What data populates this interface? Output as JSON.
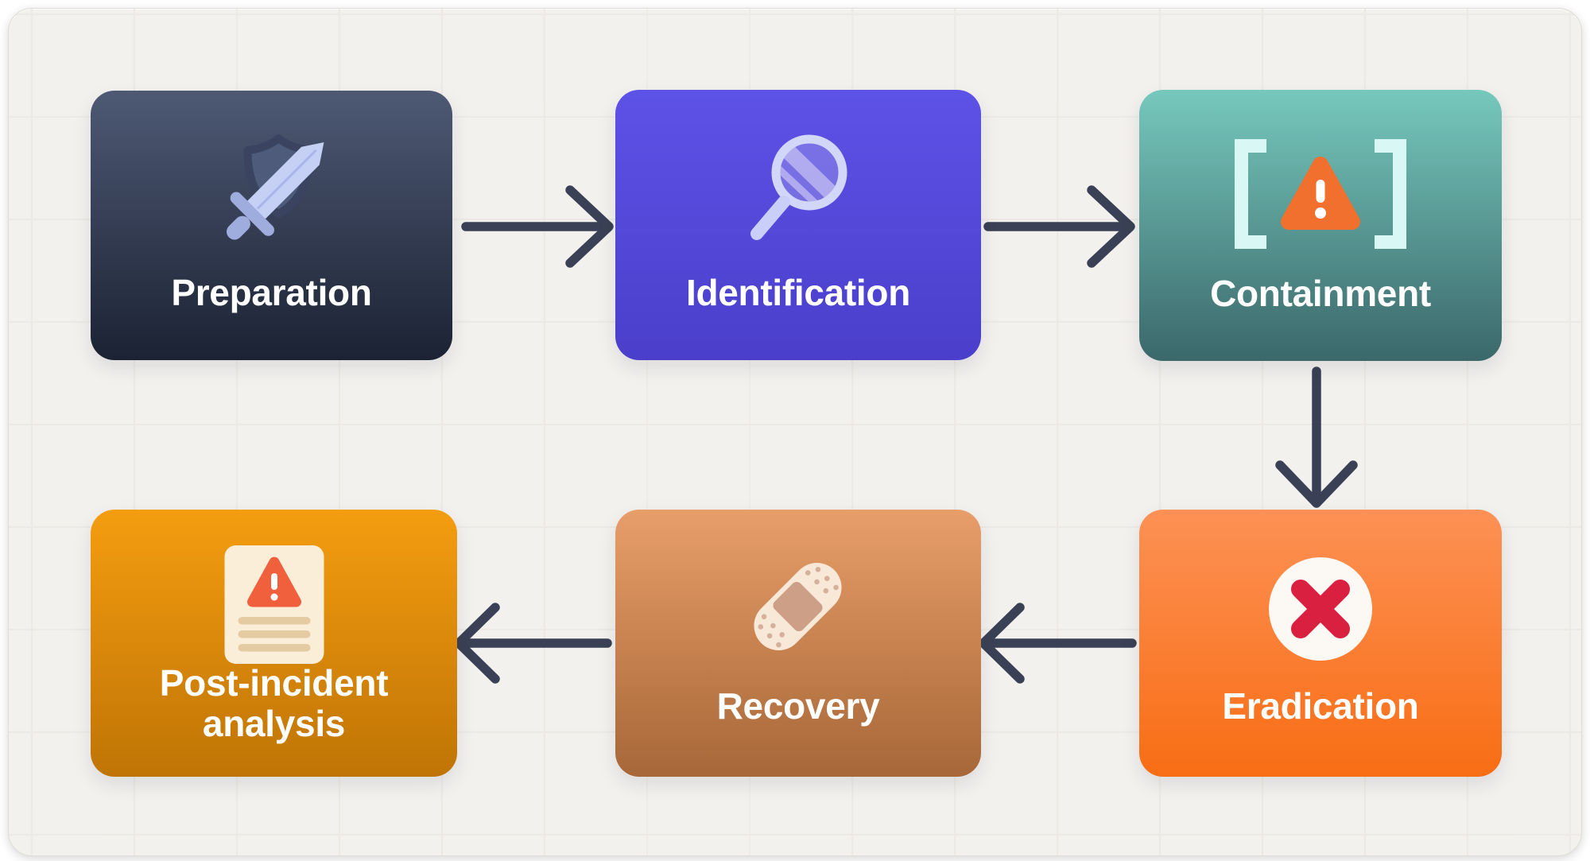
{
  "colors": {
    "canvas_bg": "#f2f1ee",
    "grid_line": "#ebe8e4",
    "frame_border": "#dedcd8",
    "arrow": "#3a4156",
    "label_text": "#ffffff",
    "warning_orange": "#f1702d",
    "x_red": "#d92040",
    "x_circle_bg": "#fcf8f3",
    "bracket_cyan": "#d9f7f5",
    "sword_periwinkle": "#c6cff4",
    "sword_hilt": "#9fadde",
    "shield_fill": "#4f5b7b",
    "shield_outline": "#3a4460",
    "lens_lavender": "#d2d6f9",
    "lens_handle": "#c9cff8",
    "bandage_cream": "#f8e8d8",
    "bandage_pad": "#cd9f87",
    "bandage_dot": "#d6b09a",
    "doc_cream": "#fbeed8",
    "doc_triangle_red": "#f1603c",
    "doc_line_tan": "#e5cba2"
  },
  "nodes": [
    {
      "id": "preparation",
      "label": "Preparation",
      "icon": "shield-sword-icon",
      "gradient": {
        "from": "#4e5974",
        "to": "#1b2233"
      }
    },
    {
      "id": "identification",
      "label": "Identification",
      "icon": "magnifier-icon",
      "gradient": {
        "from": "#5d52e6",
        "to": "#4a3ecb"
      }
    },
    {
      "id": "containment",
      "label": "Containment",
      "icon": "bracket-warning-icon",
      "gradient": {
        "from": "#76c8bd",
        "to": "#3b686a"
      }
    },
    {
      "id": "eradication",
      "label": "Eradication",
      "icon": "x-circle-icon",
      "gradient": {
        "from": "#fd9155",
        "to": "#f86d14"
      }
    },
    {
      "id": "recovery",
      "label": "Recovery",
      "icon": "bandage-icon",
      "gradient": {
        "from": "#e89e69",
        "to": "#a76738"
      }
    },
    {
      "id": "post_incident",
      "label": "Post-incident analysis",
      "icon": "report-warning-icon",
      "gradient": {
        "from": "#f49d10",
        "to": "#bf7405"
      }
    }
  ],
  "arrows": [
    {
      "from": "Preparation",
      "to": "Identification",
      "direction": "right"
    },
    {
      "from": "Identification",
      "to": "Containment",
      "direction": "right"
    },
    {
      "from": "Containment",
      "to": "Eradication",
      "direction": "down"
    },
    {
      "from": "Eradication",
      "to": "Recovery",
      "direction": "left"
    },
    {
      "from": "Recovery",
      "to": "Post-incident analysis",
      "direction": "left"
    }
  ]
}
